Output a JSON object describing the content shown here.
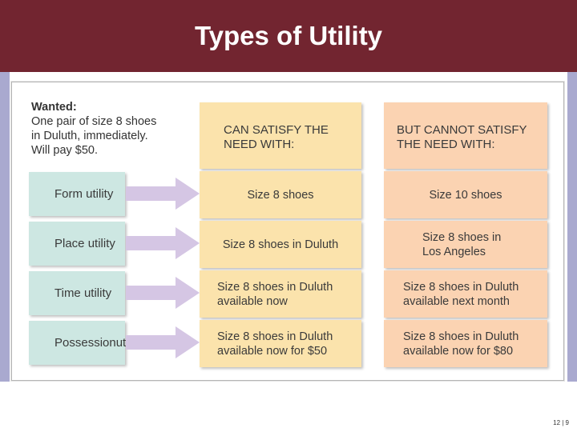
{
  "slide": {
    "title": "Types of Utility",
    "page_number": "12 | 9"
  },
  "wanted": {
    "label": "Wanted:",
    "lines": [
      "One pair of size 8 shoes",
      "in Duluth, immediately.",
      "Will pay $50."
    ]
  },
  "columns": {
    "can_satisfy": [
      "CAN SATISFY THE",
      "NEED WITH:"
    ],
    "cannot_satisfy": [
      "BUT CANNOT SATISFY",
      "THE NEED WITH:"
    ]
  },
  "rows": [
    {
      "utility": [
        "Form utility"
      ],
      "can": [
        "Size 8 shoes"
      ],
      "cannot": [
        "Size 10 shoes"
      ]
    },
    {
      "utility": [
        "Place utility"
      ],
      "can": [
        "Size 8 shoes in Duluth"
      ],
      "cannot": [
        "Size 8 shoes in",
        "Los Angeles"
      ]
    },
    {
      "utility": [
        "Time utility"
      ],
      "can": [
        "Size 8 shoes in Duluth",
        "available now"
      ],
      "cannot": [
        "Size 8 shoes in Duluth",
        "available next month"
      ]
    },
    {
      "utility": [
        "Possession",
        "utility"
      ],
      "can": [
        "Size 8 shoes in Duluth",
        "available now for $50"
      ],
      "cannot": [
        "Size 8 shoes in Duluth",
        "available now for $80"
      ]
    }
  ],
  "colors": {
    "title_bar": "#722530",
    "utility_box": "#cde7e2",
    "can_column": "#fbe3ac",
    "cannot_column": "#fbd3b2",
    "arrow": "#d5c6e4"
  }
}
